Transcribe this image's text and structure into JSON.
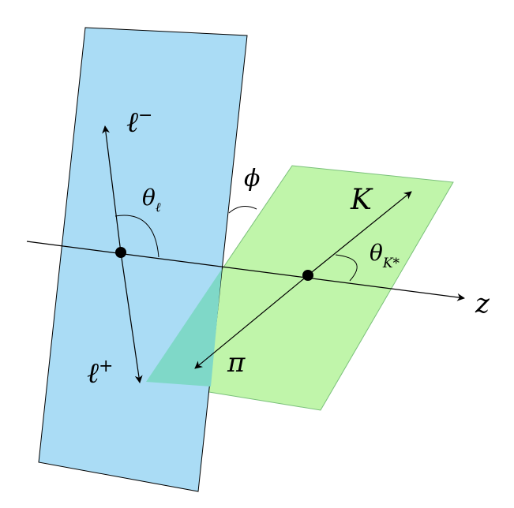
{
  "colors": {
    "blue_plane": "#aadcf5",
    "green_plane": "#c0f5aa",
    "overlap": "#7fd8c8",
    "line": "#000000"
  },
  "labels": {
    "lepton_minus": {
      "base": "ℓ",
      "sup": "−"
    },
    "lepton_plus": {
      "base": "ℓ",
      "sup": "+"
    },
    "theta_l": {
      "base": "θ",
      "sub": "ℓ"
    },
    "phi": "ϕ",
    "kaon": "K",
    "pion": "π",
    "theta_k": {
      "base": "θ",
      "sub": "K*"
    },
    "z_axis": "z"
  }
}
